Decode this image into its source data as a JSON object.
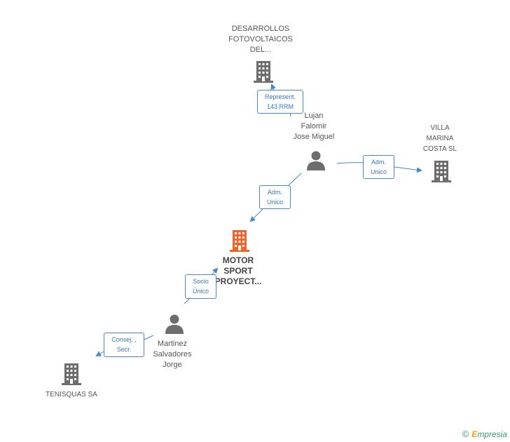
{
  "colors": {
    "edge": "#4a86c8",
    "company_icon": "#6d6d6d",
    "main_icon": "#f0642c",
    "person_icon": "#6d6d6d"
  },
  "nodes": {
    "desarrollos": {
      "line1": "DESARROLLOS",
      "line2": "FOTOVOLTAICOS",
      "line3": "DEL..."
    },
    "lujan": {
      "line1": "Lujan",
      "line2": "Falomir",
      "line3": "Jose Miguel"
    },
    "villa": {
      "line1": "VILLA",
      "line2": "MARINA",
      "line3": "COSTA  SL"
    },
    "motor": {
      "line1": "MOTOR",
      "line2": "SPORT",
      "line3": "PROYECT..."
    },
    "martinez": {
      "line1": "Martinez",
      "line2": "Salvadores",
      "line3": "Jorge"
    },
    "tenisquas": {
      "line1": "TENISQUAS SA"
    }
  },
  "edges": {
    "represent": {
      "line1": "Represent.",
      "line2": "143 RRM"
    },
    "adm_villa": {
      "line1": "Adm.",
      "line2": "Unico"
    },
    "adm_motor": {
      "line1": "Adm.",
      "line2": "Unico"
    },
    "socio": {
      "line1": "Socio",
      "line2": "Único"
    },
    "consej": {
      "line1": "Consej. ,",
      "line2": "Secr."
    }
  },
  "footer": {
    "copyright": "©",
    "brand_first": "E",
    "brand_rest": "mpresia"
  }
}
